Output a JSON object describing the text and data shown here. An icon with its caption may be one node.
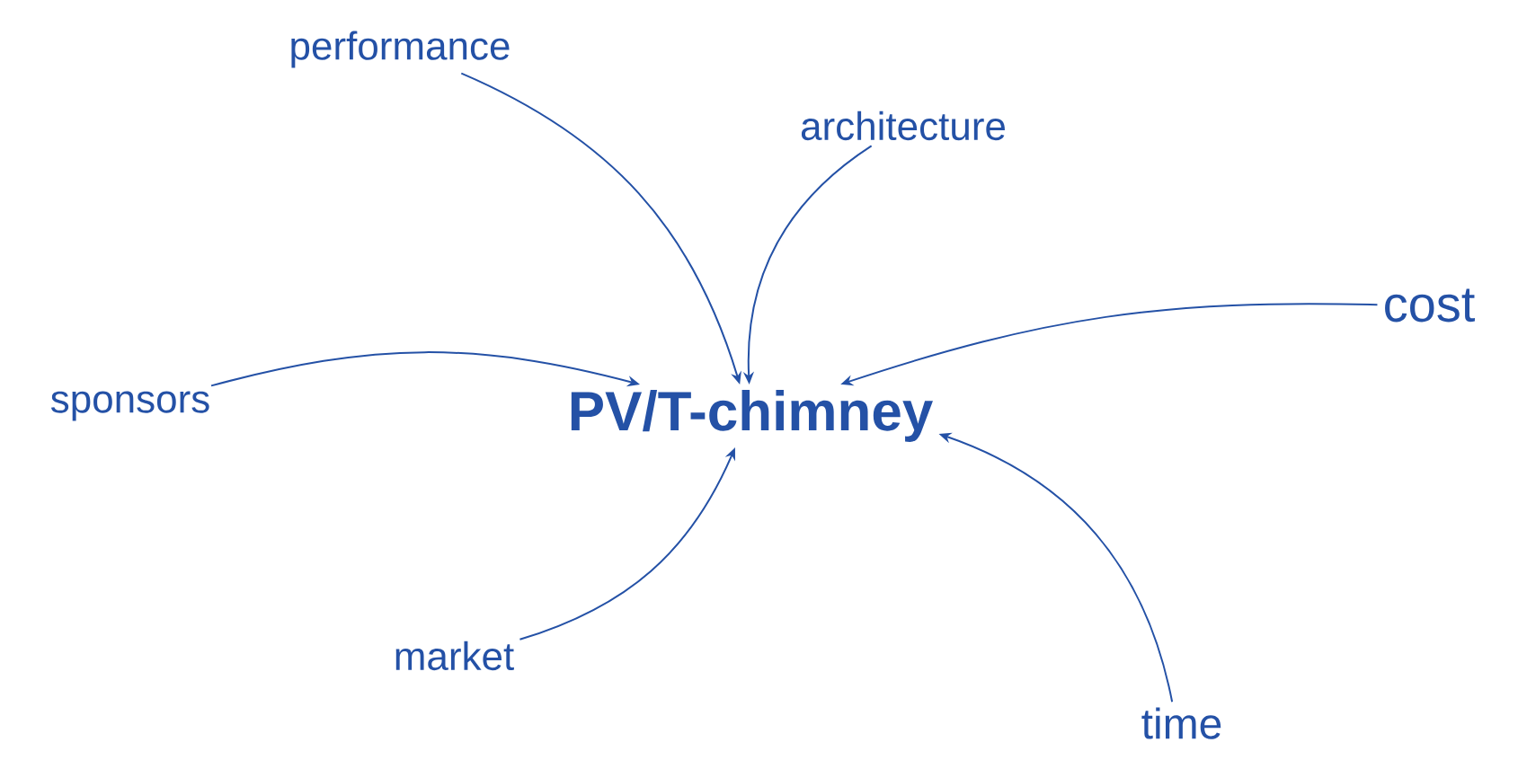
{
  "diagram": {
    "nodes": [
      {
        "text": [
          "performance"
        ]
      },
      {
        "text": [
          "architecture"
        ]
      },
      {
        "text": [
          "cost"
        ]
      },
      {
        "text": [
          "sponsors"
        ]
      },
      {
        "text": [
          "PV/T-chimney"
        ]
      },
      {
        "text": [
          "market"
        ]
      },
      {
        "text": [
          "time"
        ]
      }
    ],
    "edges": [
      {
        "from": 0,
        "to": 4,
        "arrow": "to"
      },
      {
        "from": 1,
        "to": 4,
        "arrow": "to"
      },
      {
        "from": 2,
        "to": 4,
        "arrow": "to"
      },
      {
        "from": 3,
        "to": 4,
        "arrow": "to"
      },
      {
        "from": 5,
        "to": 4,
        "arrow": "to"
      },
      {
        "from": 6,
        "to": 4,
        "arrow": "to"
      }
    ]
  }
}
